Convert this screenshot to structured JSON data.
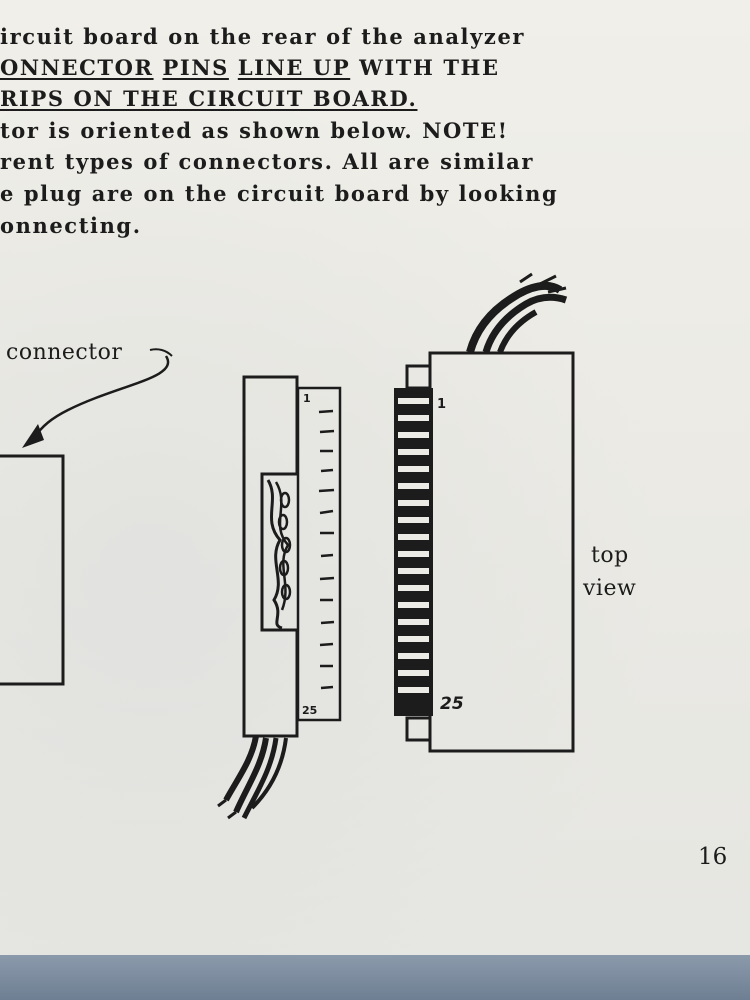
{
  "document": {
    "lines": [
      "ircuit board on the rear of the analyzer",
      "",
      "RIPS ON THE CIRCUIT BOARD.",
      "tor is oriented as shown below.  NOTE!",
      "rent types of connectors.  All are similar",
      "e plug are on the circuit board by looking",
      "onnecting."
    ],
    "line2": {
      "part1": "ONNECTOR",
      "gap1": " ",
      "part2": "PINS",
      "gap2": " ",
      "part3": "LINE UP",
      "part4": " WITH THE"
    }
  },
  "figure": {
    "connector_label": "connector",
    "pin_start": "1",
    "pin_end": "25",
    "top_view": "top",
    "top_view_2": "view"
  },
  "page_number": "16",
  "colors": {
    "ink": "#1c1c1c",
    "paper": "#eeede7",
    "background": "#6f7f93"
  }
}
